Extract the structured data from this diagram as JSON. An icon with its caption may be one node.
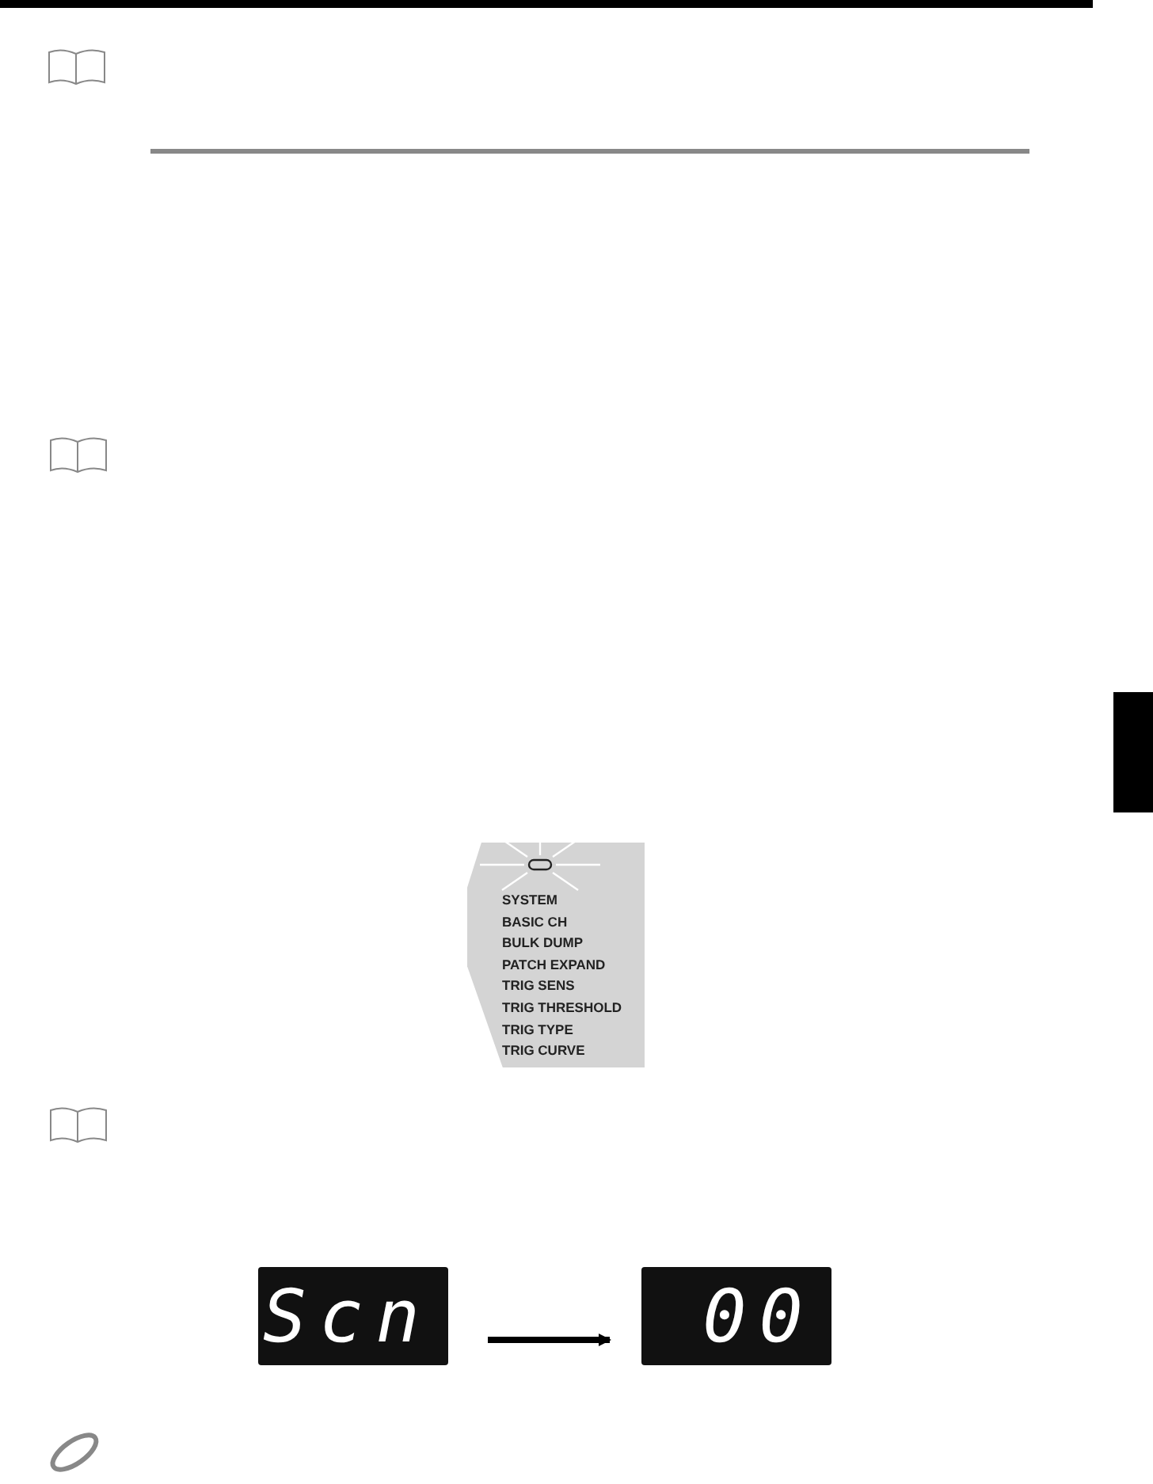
{
  "diagram": {
    "nodes": [
      {
        "text": [
          "SYSTEM",
          "BASIC CH",
          "BULK DUMP",
          "PATCH EXPAND",
          "TRIG SENS",
          "TRIG THRESHOLD",
          "TRIG TYPE",
          "TRIG CURVE"
        ]
      },
      {
        "text": [
          "Scn"
        ]
      },
      {
        "text": [
          "00"
        ]
      },
      {
        "text": [],
        "shape": "bar"
      }
    ],
    "edges": [
      {
        "from": 1,
        "to": 2,
        "arrow": "to"
      }
    ]
  }
}
